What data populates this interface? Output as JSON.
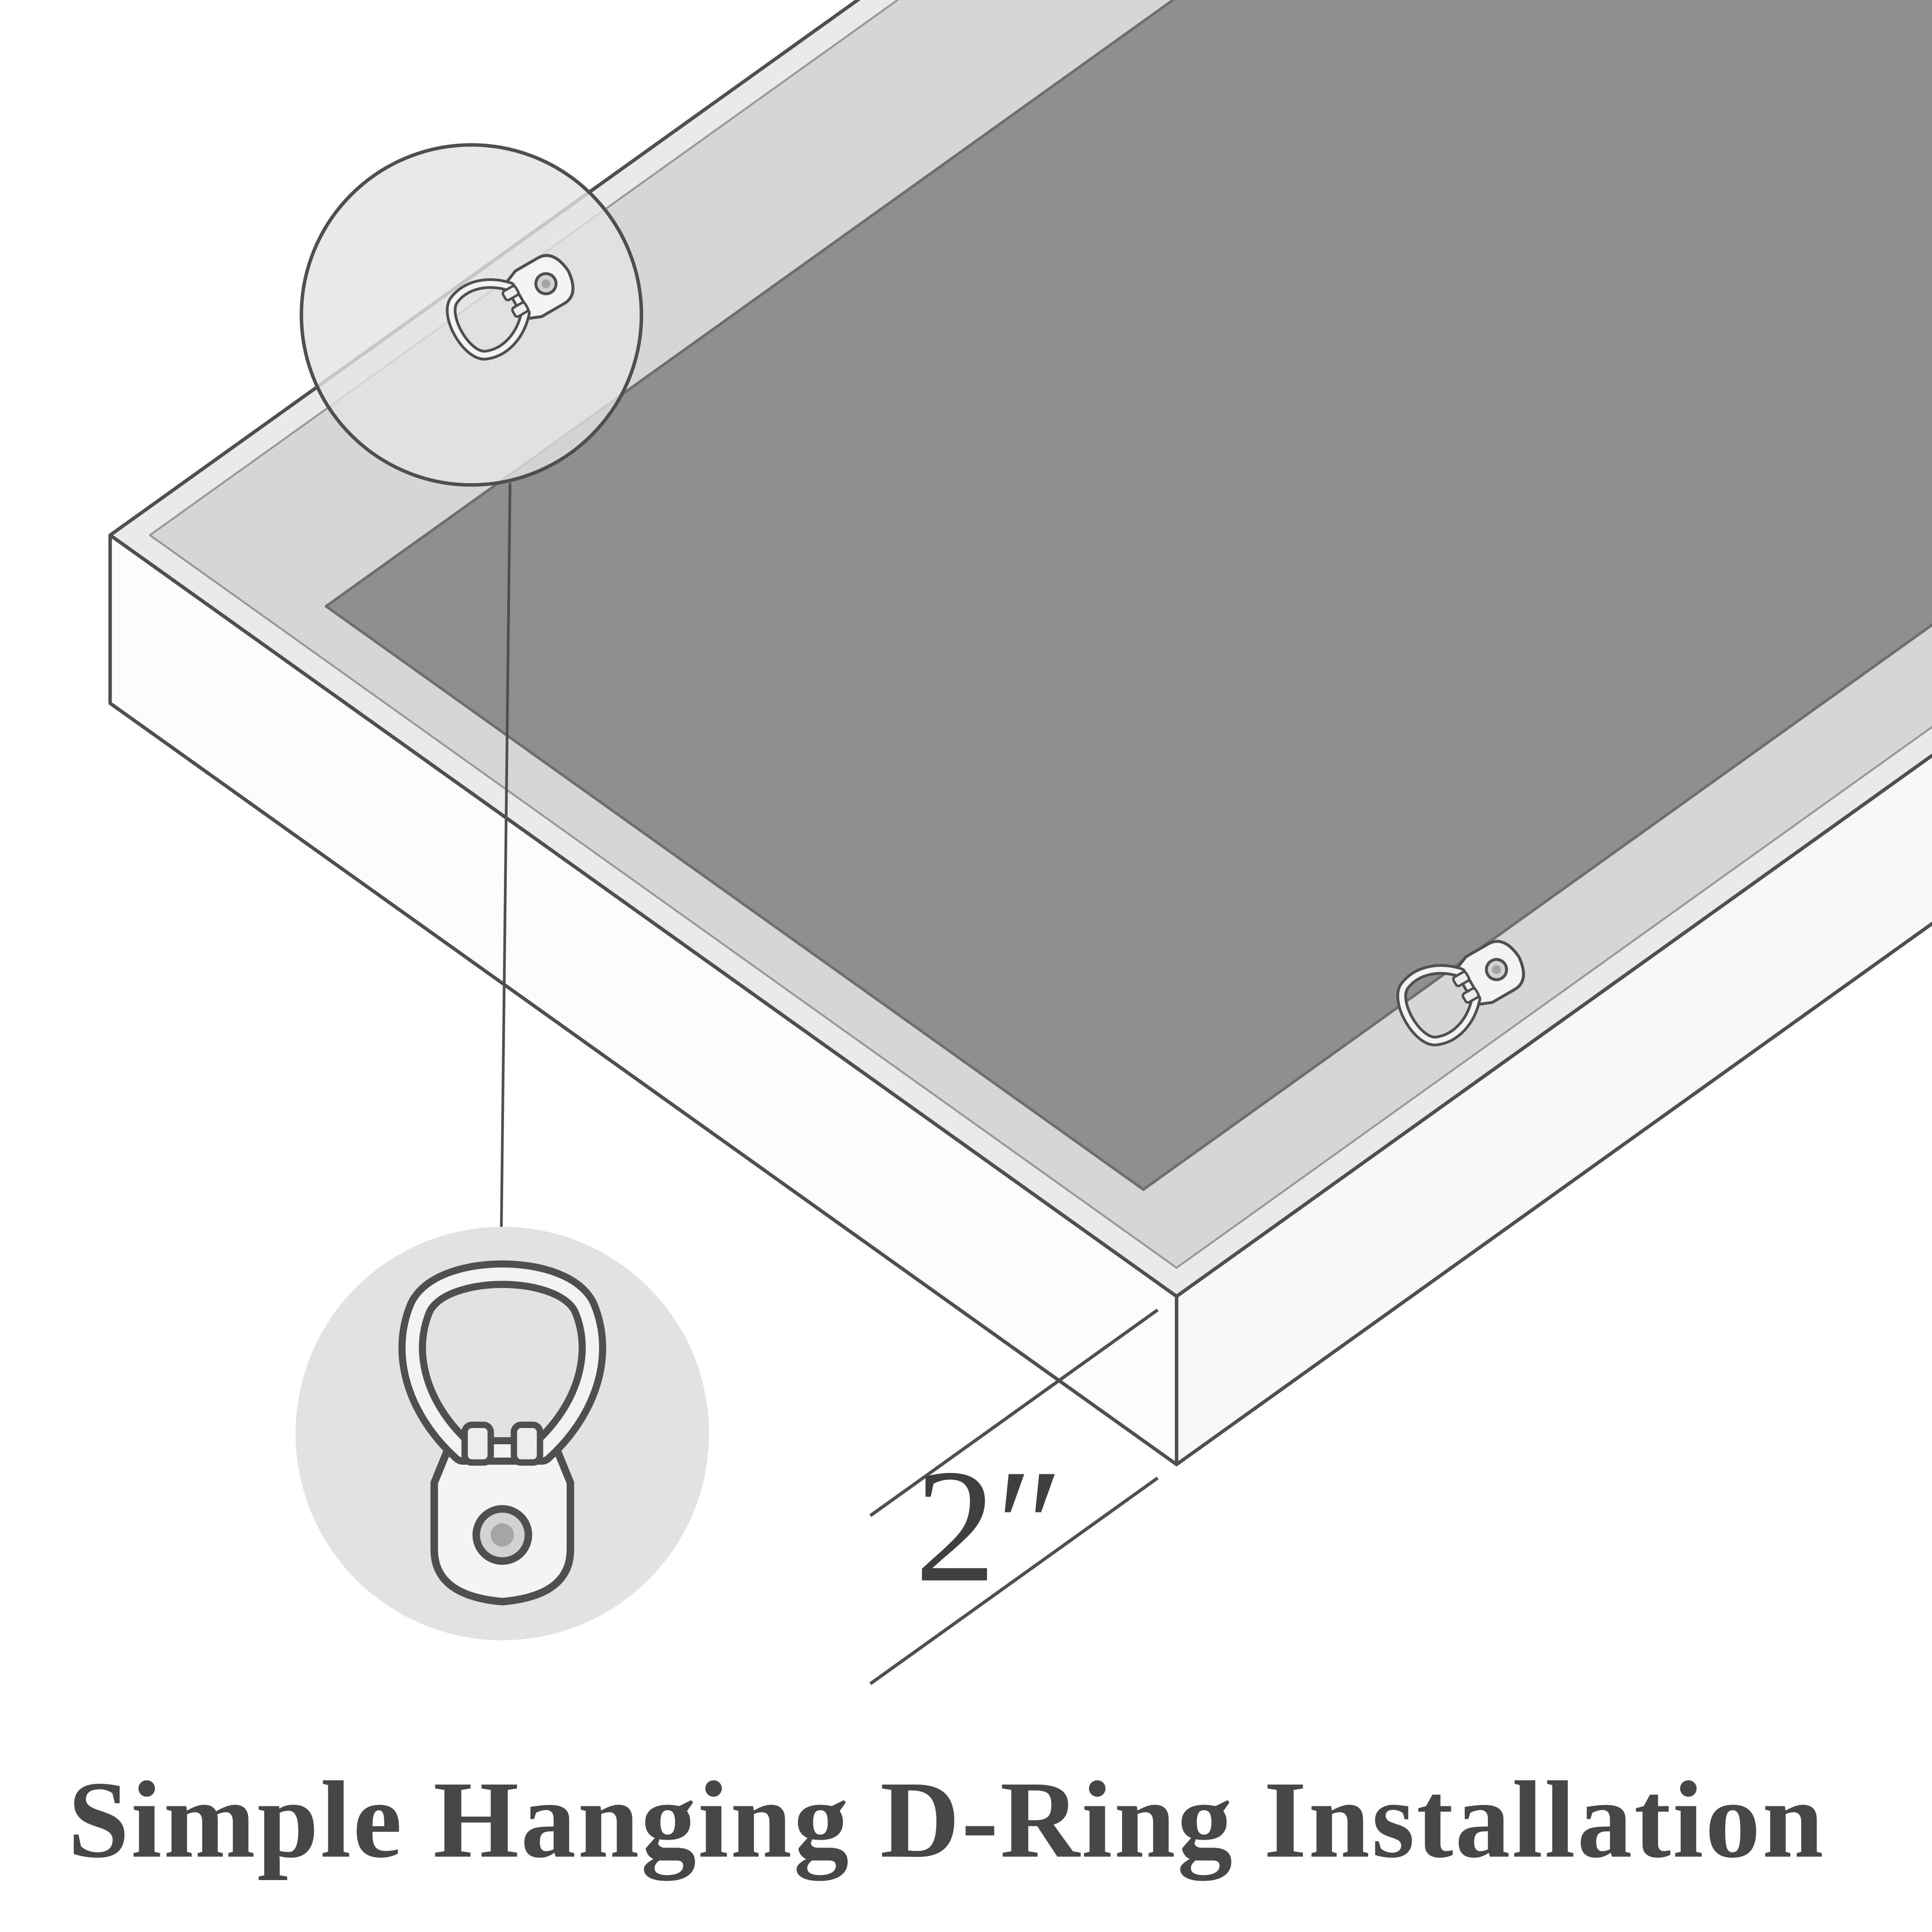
{
  "figure": {
    "title": "Simple Hanging D-Ring Installation",
    "dimension": {
      "label": "2″"
    },
    "icons": [
      "d-ring-hanger-icon",
      "detail-zoom-circle",
      "depth-dimension-ticks"
    ],
    "colors": {
      "background": "#ffffff",
      "outline": "#4f4f4f",
      "frame_edge_strip": "#eaeaea",
      "frame_back_margin": "#d6d6d6",
      "backing_panel": "#8f8f8f",
      "side_face": "#fcfcfc",
      "detail_circle_fill": "#e2e2e2",
      "text": "#474747"
    }
  }
}
